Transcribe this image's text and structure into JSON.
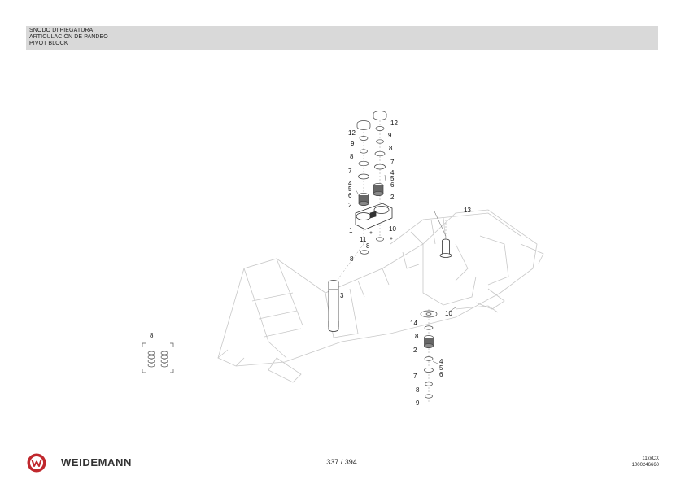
{
  "header": {
    "title_it": "SNODO DI PIEGATURA",
    "title_es": "ARTICULACIÓN DE PANDEO",
    "title_en": "PIVOT BLOCK"
  },
  "callouts": {
    "upper_left_stack": [
      "12",
      "9",
      "8",
      "7",
      "4",
      "5",
      "6",
      "2",
      "1",
      "11",
      "8",
      "8"
    ],
    "upper_right_stack": [
      "12",
      "9",
      "8",
      "7",
      "4",
      "5",
      "6",
      "2",
      "10"
    ],
    "pin_label": "3",
    "frame_label": "13",
    "lower_stack": [
      "10",
      "14",
      "8",
      "2",
      "4",
      "5",
      "6",
      "7",
      "8",
      "9"
    ],
    "detail_label": "8"
  },
  "footer": {
    "brand": "WEIDEMANN",
    "logo_letter": "W",
    "page": "337 / 394",
    "model": "11xxCX",
    "doc_number": "1000246660"
  },
  "colors": {
    "header_band": "#d9d9d9",
    "logo_red": "#c0282d",
    "line_light": "#bdbdbd",
    "line_dark": "#555555"
  }
}
